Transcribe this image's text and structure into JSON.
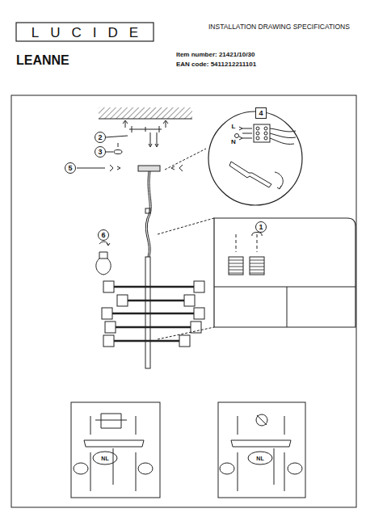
{
  "diagram": {
    "title": "LEANNE",
    "labels": [
      "LUCIDE",
      "INSTALLATION DRAWING SPECIFICATIONS",
      "Item number: 21421/10/30",
      "EAN code: 5411212211101",
      "2",
      "3",
      "5",
      "4",
      "L",
      "N",
      "1",
      "6",
      "NL",
      "NL"
    ]
  }
}
